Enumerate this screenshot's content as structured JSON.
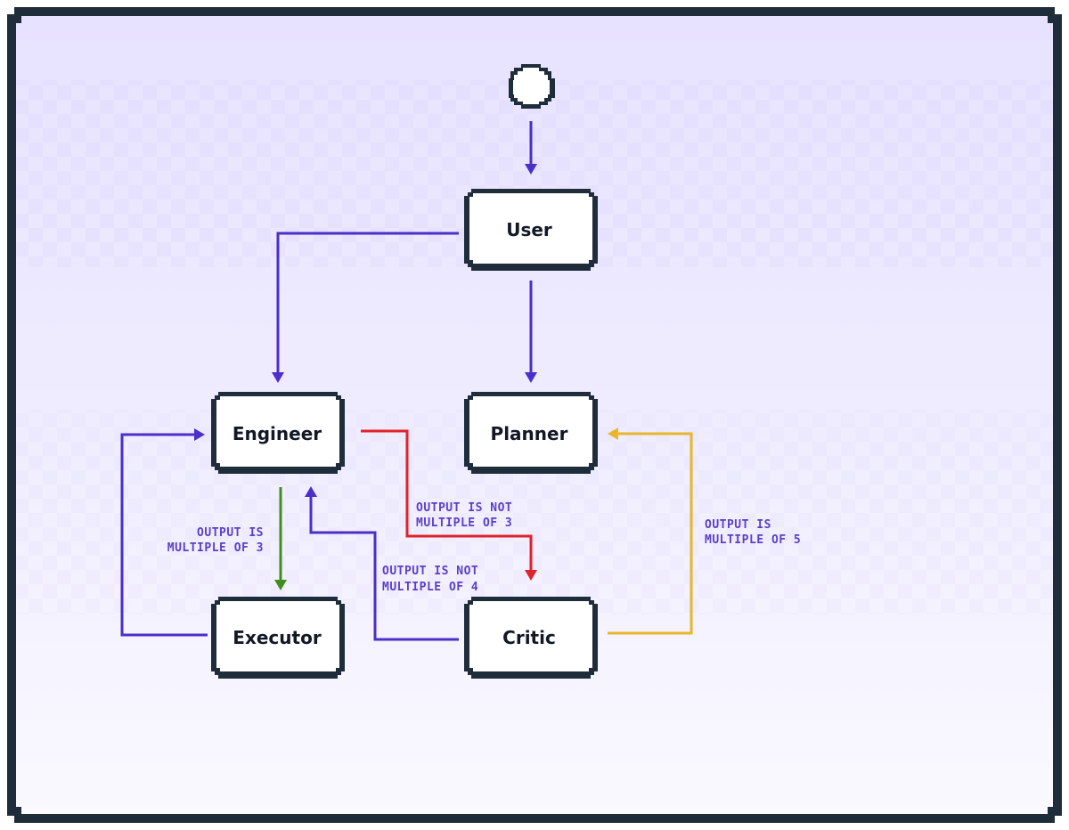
{
  "diagram": {
    "nodes": {
      "user": "User",
      "engineer": "Engineer",
      "planner": "Planner",
      "executor": "Executor",
      "critic": "Critic"
    },
    "edge_labels": {
      "engineer_to_executor": [
        "OUTPUT IS",
        "MULTIPLE OF 3"
      ],
      "engineer_to_critic": [
        "OUTPUT IS NOT",
        "MULTIPLE OF 3"
      ],
      "critic_to_engineer": [
        "OUTPUT IS NOT",
        "MULTIPLE OF 4"
      ],
      "critic_to_planner": [
        "OUTPUT IS",
        "MULTIPLE OF 5"
      ]
    },
    "colors": {
      "frame": "#1f2d3a",
      "purple_edge": "#4a2fc9",
      "green_edge": "#3f8f1f",
      "red_edge": "#e0222a",
      "yellow_edge": "#e9b52a",
      "label_text": "#5a3fc8",
      "background_top": "#e9e4ff",
      "background_bottom": "#faf8ff"
    }
  }
}
